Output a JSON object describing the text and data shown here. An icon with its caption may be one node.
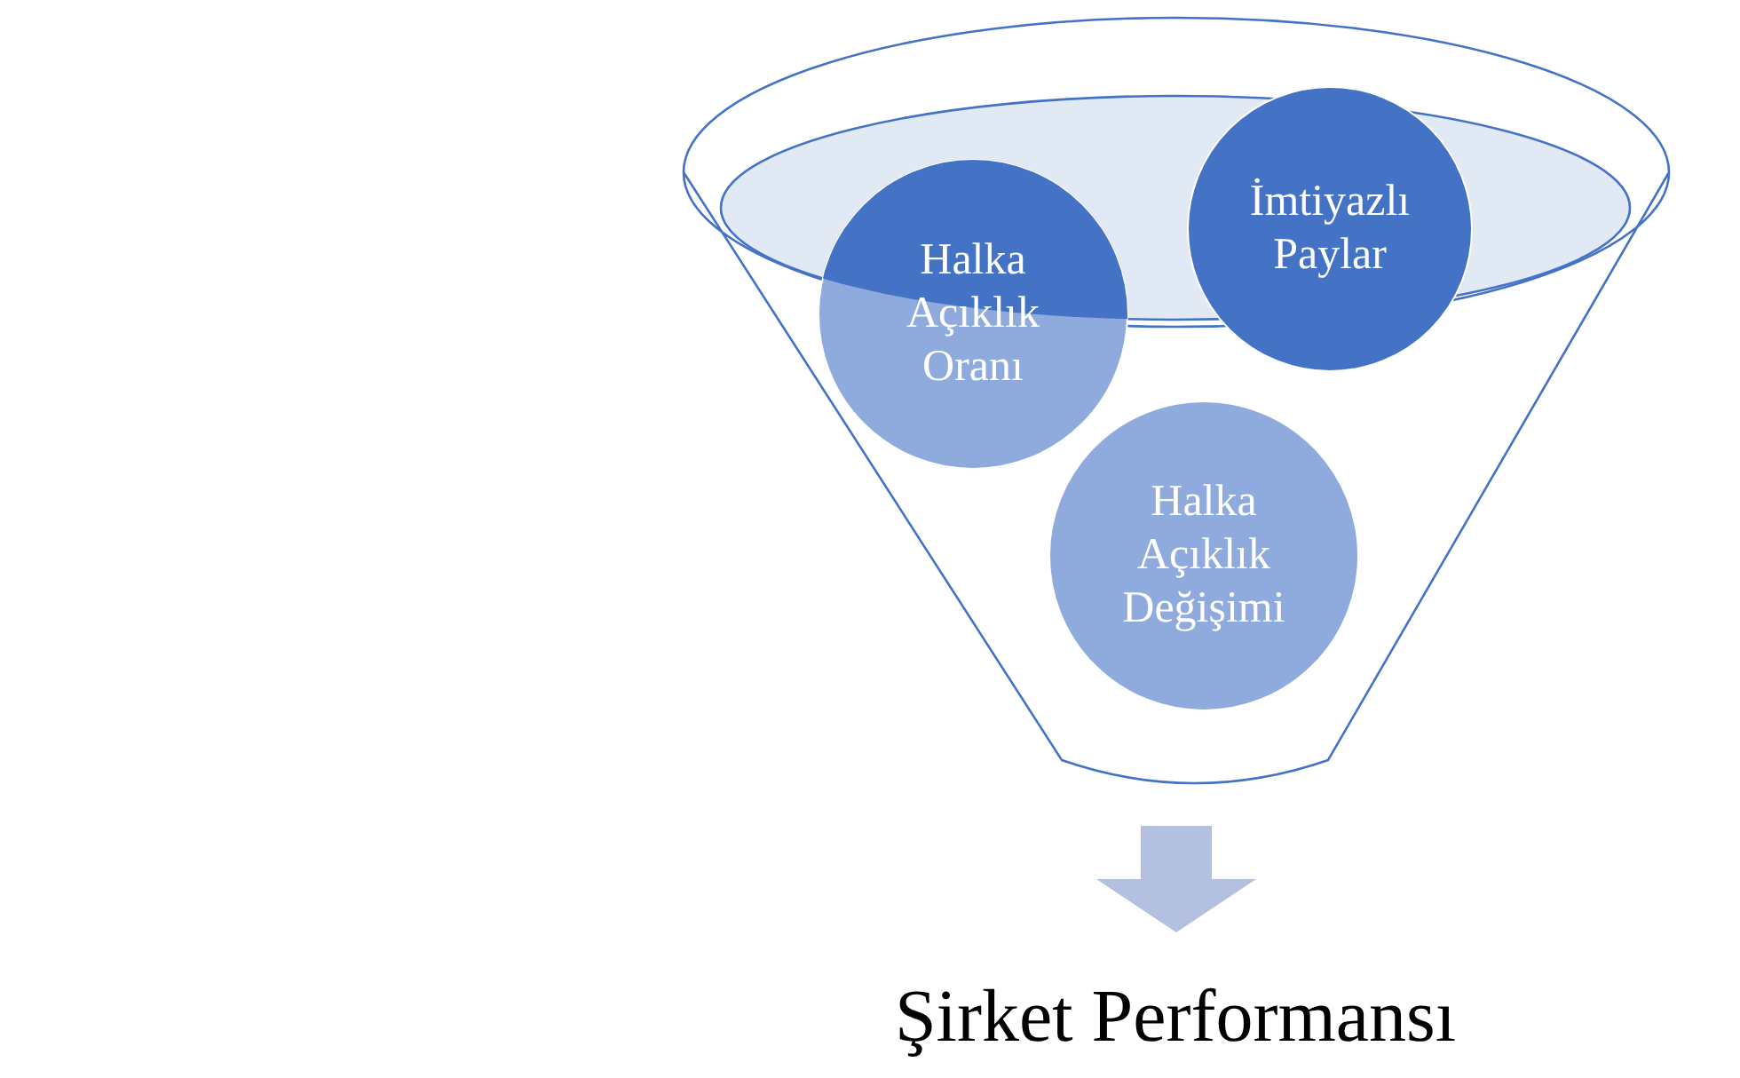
{
  "diagram": {
    "nodes": [
      {
        "text": [],
        "shape": "funnel"
      },
      {
        "text": [
          "Halka Açıklık Oranı"
        ],
        "in": 0
      },
      {
        "text": [
          "İmtiyazlı Paylar"
        ],
        "in": 0
      },
      {
        "text": [
          "Halka Açıklık Değişimi"
        ],
        "in": 0
      },
      {
        "text": [
          "Şirket Performansı"
        ]
      }
    ],
    "edges": [
      {
        "from": 0,
        "to": 4,
        "arrow": "to",
        "style": "thick",
        "color": "#b4c0e0"
      }
    ]
  }
}
